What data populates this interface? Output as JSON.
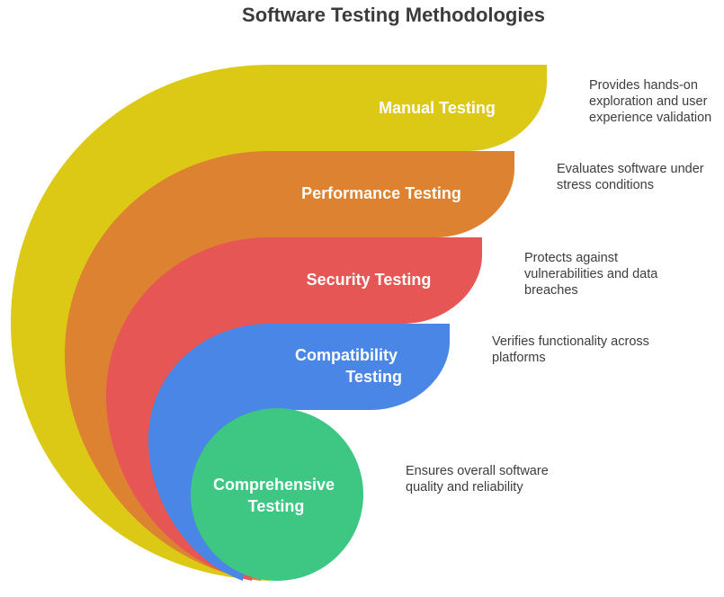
{
  "title": "Software Testing Methodologies",
  "layers": [
    {
      "label_lines": [
        "Manual Testing"
      ],
      "description": "Provides hands-on\nexploration and user\nexperience validation",
      "color": "#dcc916"
    },
    {
      "label_lines": [
        "Performance Testing"
      ],
      "description": "Evaluates software under\nstress conditions",
      "color": "#dc8230"
    },
    {
      "label_lines": [
        "Security Testing"
      ],
      "description": "Protects against\nvulnerabilities and data\nbreaches",
      "color": "#e55654"
    },
    {
      "label_lines": [
        "Compatibility",
        "Testing"
      ],
      "description": "Verifies functionality across\nplatforms",
      "color": "#4a86e5"
    },
    {
      "label_lines": [
        "Comprehensive",
        "Testing"
      ],
      "description": "Ensures overall software\nquality and reliability",
      "color": "#3ec683"
    }
  ]
}
